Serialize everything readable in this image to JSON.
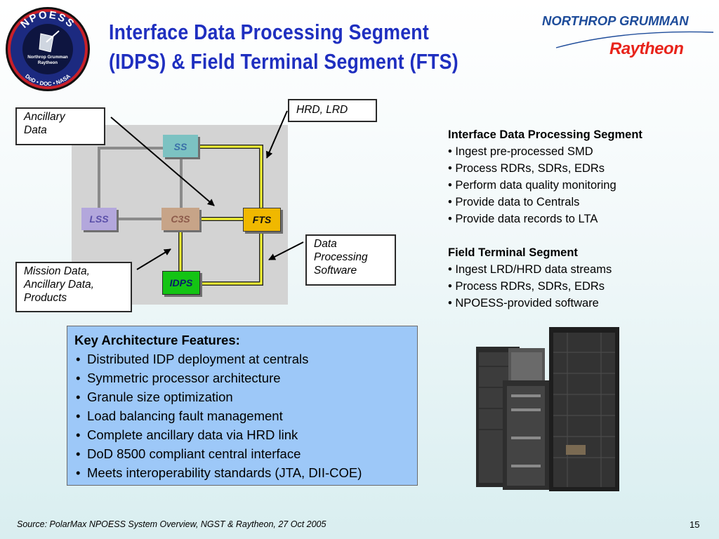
{
  "logo": {
    "ring_text_top": "NPOESS",
    "center_text": "Northrop Grumman Raytheon",
    "ring_text_bottom": "DoD • DOC • NASA"
  },
  "title": {
    "line1": "Interface Data Processing Segment",
    "line2": "(IDPS) & Field Terminal Segment (FTS)"
  },
  "companies": {
    "northrop": "NORTHROP GRUMMAN",
    "raytheon": "Raytheon"
  },
  "diagram": {
    "nodes": {
      "ss": "SS",
      "lss": "LSS",
      "c3s": "C3S",
      "fts": "FTS",
      "idps": "IDPS"
    },
    "callouts": {
      "ancillary": [
        "Ancillary",
        "Data"
      ],
      "hrd": "HRD, LRD",
      "dps": [
        "Data",
        "Processing",
        "Software"
      ],
      "mission": [
        "Mission Data,",
        "Ancillary Data,",
        "Products"
      ]
    },
    "colors": {
      "link_yellow": "#ffff33",
      "link_gray": "#9c9c9c",
      "fts": "#f0b800",
      "idps": "#14c414"
    }
  },
  "segments": {
    "idps": {
      "title": "Interface Data Processing Segment",
      "items": [
        "• Ingest pre-processed SMD",
        "• Process RDRs, SDRs, EDRs",
        "• Perform data quality monitoring",
        "• Provide data to Centrals",
        "• Provide data records to LTA"
      ]
    },
    "fts": {
      "title": "Field Terminal Segment",
      "items": [
        "• Ingest LRD/HRD data streams",
        "• Process RDRs, SDRs, EDRs",
        "• NPOESS-provided software"
      ]
    }
  },
  "features": {
    "title": "Key Architecture Features:",
    "items": [
      "Distributed IDP deployment at centrals",
      "Symmetric processor architecture",
      "Granule size optimization",
      "Load balancing fault management",
      "Complete ancillary data via HRD link",
      "DoD 8500 compliant central interface",
      "Meets interoperability standards (JTA, DII-COE)"
    ]
  },
  "footer": {
    "source": "Source:  PolarMax NPOESS System Overview, NGST & Raytheon, 27 Oct 2005",
    "page": "15"
  }
}
